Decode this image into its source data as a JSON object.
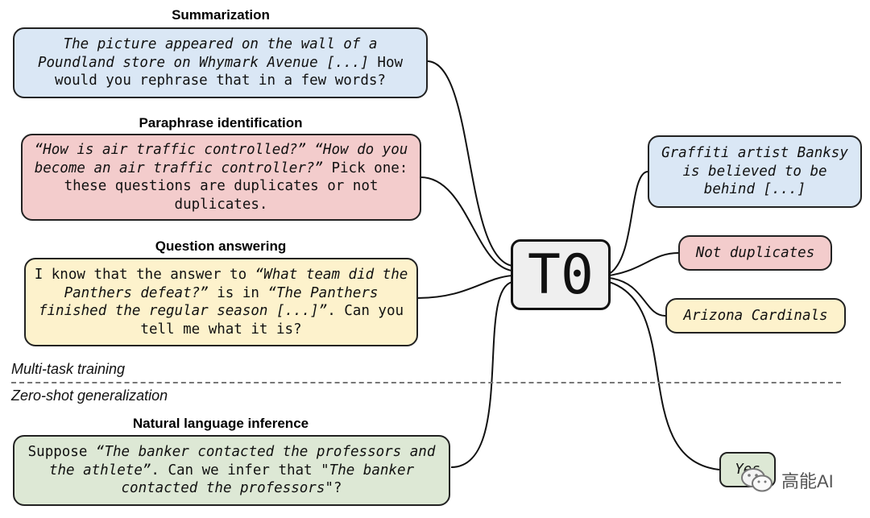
{
  "model": {
    "label": "T0"
  },
  "sections": {
    "train_label": "Multi-task training",
    "test_label": "Zero-shot generalization"
  },
  "tasks": [
    {
      "heading": "Summarization",
      "prompt": "The picture appeared on the wall of a Poundland store on Whymark Avenue [...] How would you rephrase that in a few words?",
      "color": "#dae7f5"
    },
    {
      "heading": "Paraphrase identification",
      "prompt": "“How is air traffic controlled?” “How do you become an air traffic controller?” Pick one: these questions are duplicates or not duplicates.",
      "color": "#f3cccc"
    },
    {
      "heading": "Question answering",
      "prompt": "I know that the answer to “What team did the Panthers defeat?” is in “The Panthers finished the regular season [...]”. Can you tell me what it is?",
      "color": "#fdf2cc"
    },
    {
      "heading": "Natural language inference",
      "prompt": "Suppose “The banker contacted the professors and the athlete”. Can we infer that \"The banker contacted the professors\"?",
      "color": "#dde8d5"
    }
  ],
  "outputs": [
    {
      "text": "Graffiti artist Banksy is believed to be behind [...]",
      "color": "#dae7f5"
    },
    {
      "text": "Not duplicates",
      "color": "#f3cccc"
    },
    {
      "text": "Arizona Cardinals",
      "color": "#fdf2cc"
    },
    {
      "text": "Yes",
      "color": "#dde8d5"
    }
  ],
  "watermark": {
    "text": "高能AI",
    "icon": "wechat-icon"
  }
}
